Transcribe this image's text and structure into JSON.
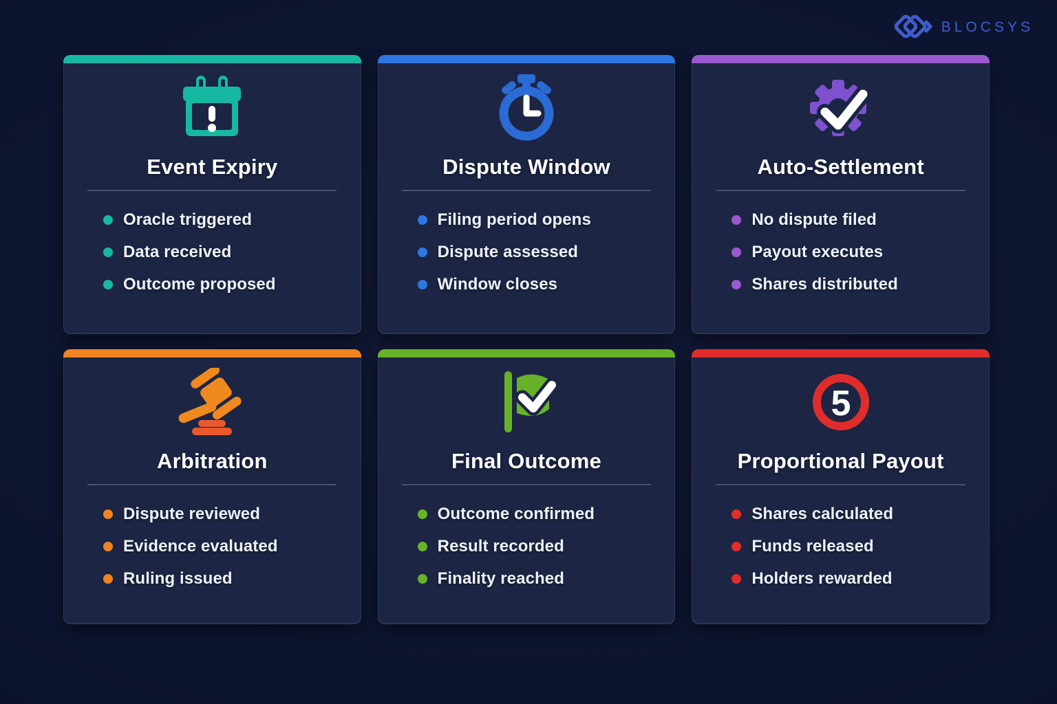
{
  "logo": {
    "text": "BLOCSYS",
    "color": "#3f5ecb"
  },
  "page": {
    "background": "#0d1430",
    "card_background": "#1c2543"
  },
  "cards": [
    {
      "title": "Event Expiry",
      "accent": "#16b8a2",
      "icon": "calendar-alert-icon",
      "icon_color": "#16b8a2",
      "items": [
        "Oracle triggered",
        "Data received",
        "Outcome proposed"
      ]
    },
    {
      "title": "Dispute Window",
      "accent": "#2e76e0",
      "icon": "stopwatch-icon",
      "icon_color": "#2b6bd4",
      "items": [
        "Filing period opens",
        "Dispute assessed",
        "Window closes"
      ]
    },
    {
      "title": "Auto-Settlement",
      "accent": "#9b59d0",
      "icon": "gear-check-icon",
      "icon_color": "#7e52cf",
      "items": [
        "No dispute filed",
        "Payout executes",
        "Shares distributed"
      ]
    },
    {
      "title": "Arbitration",
      "accent": "#f08421",
      "icon": "gavel-icon",
      "icon_color": "#f08a1f",
      "icon_color2": "#e85a2e",
      "items": [
        "Dispute reviewed",
        "Evidence evaluated",
        "Ruling issued"
      ]
    },
    {
      "title": "Final Outcome",
      "accent": "#67b229",
      "icon": "flag-check-icon",
      "icon_color": "#67b229",
      "items": [
        "Outcome confirmed",
        "Result recorded",
        "Finality reached"
      ]
    },
    {
      "title": "Proportional Payout",
      "accent": "#e02d2b",
      "icon": "number-5-circle-icon",
      "icon_color": "#e02d2b",
      "icon_number": "5",
      "items": [
        "Shares calculated",
        "Funds released",
        "Holders rewarded"
      ]
    }
  ]
}
